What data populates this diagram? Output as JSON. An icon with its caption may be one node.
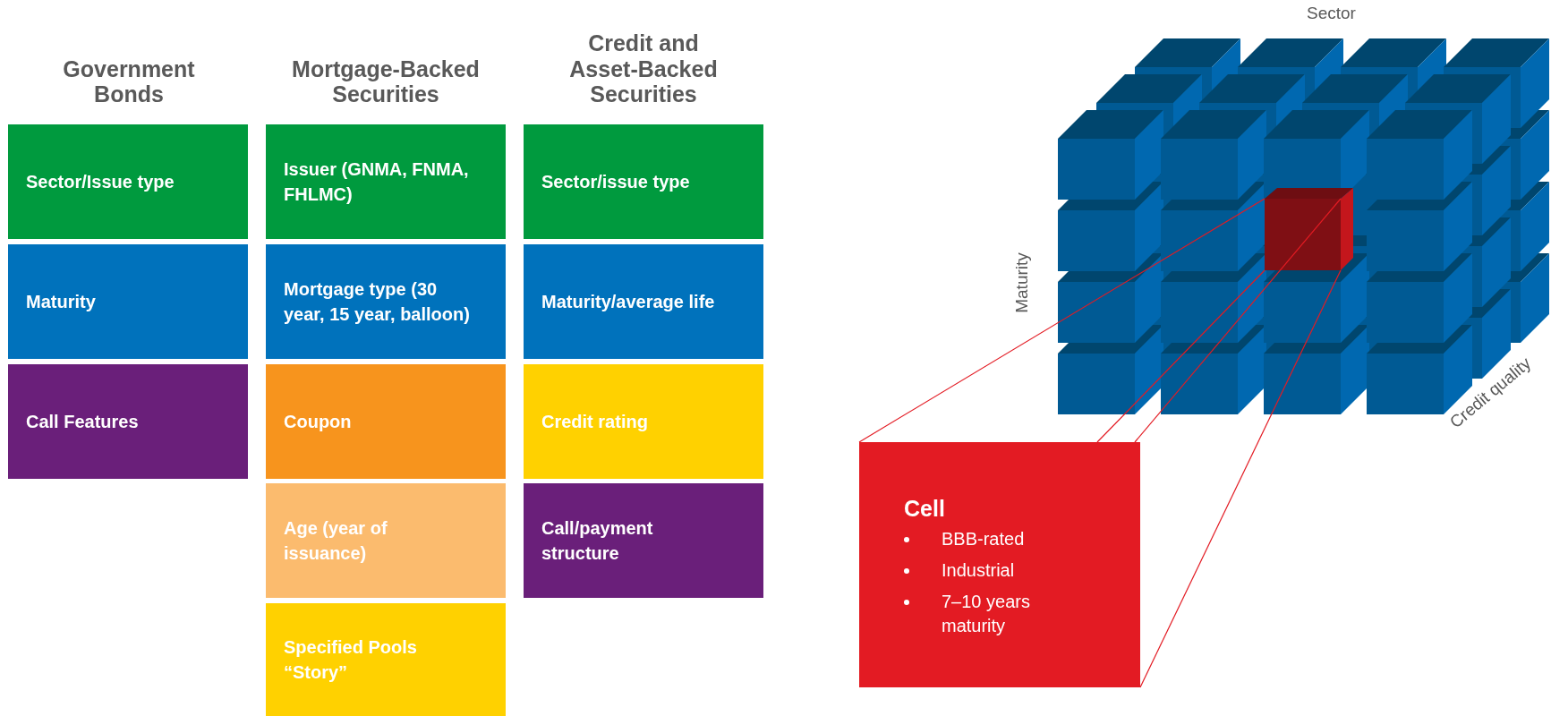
{
  "diagram": {
    "nodes": [
      {
        "text": [
          "Sector/Issue type"
        ]
      },
      {
        "text": [
          "Maturity"
        ]
      },
      {
        "text": [
          "Call Features"
        ]
      },
      {
        "text": [
          "Issuer (GNMA, FNMA, FHLMC)"
        ]
      },
      {
        "text": [
          "Mortgage type (30 year, 15 year, balloon)"
        ]
      },
      {
        "text": [
          "Coupon"
        ]
      },
      {
        "text": [
          "Age (year of issuance)"
        ]
      },
      {
        "text": [
          "Specified Pools “Story”"
        ]
      },
      {
        "text": [
          "Sector/issue type"
        ]
      },
      {
        "text": [
          "Maturity/average life"
        ]
      },
      {
        "text": [
          "Credit rating"
        ]
      },
      {
        "text": [
          "Call/payment structure"
        ]
      },
      {
        "text": [
          "Cell",
          "BBB-rated",
          "Industrial",
          "7–10 years maturity"
        ]
      },
      {
        "text": [],
        "shape": "box"
      }
    ],
    "edges": [
      {
        "from": 12,
        "to": 13,
        "arrow": "none"
      },
      {
        "from": 12,
        "to": 13,
        "arrow": "none"
      },
      {
        "from": 12,
        "to": 13,
        "arrow": "none"
      },
      {
        "from": 12,
        "to": 13,
        "arrow": "none"
      }
    ],
    "labels": [
      "Government Bonds",
      "Mortgage-Backed Securities",
      "Credit and Asset-Backed Securities",
      "Sector",
      "Maturity",
      "Credit quality"
    ]
  }
}
